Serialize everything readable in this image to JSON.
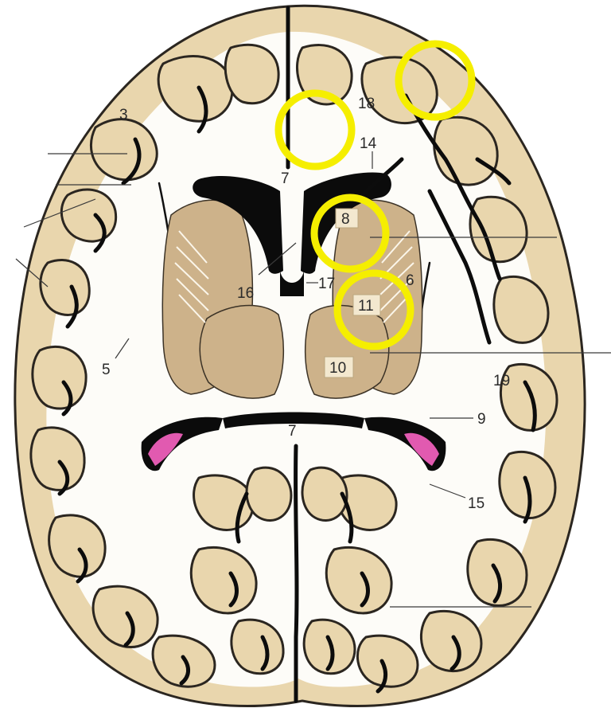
{
  "figure": {
    "labels": [
      {
        "id": "3",
        "text": "3"
      },
      {
        "id": "18",
        "text": "18"
      },
      {
        "id": "14",
        "text": "14"
      },
      {
        "id": "7a",
        "text": "7"
      },
      {
        "id": "8",
        "text": "8"
      },
      {
        "id": "6",
        "text": "6"
      },
      {
        "id": "16",
        "text": "16"
      },
      {
        "id": "17",
        "text": "17"
      },
      {
        "id": "11",
        "text": "11"
      },
      {
        "id": "5",
        "text": "5"
      },
      {
        "id": "10",
        "text": "10"
      },
      {
        "id": "19",
        "text": "19"
      },
      {
        "id": "9",
        "text": "9"
      },
      {
        "id": "7b",
        "text": "7"
      },
      {
        "id": "15",
        "text": "15"
      }
    ],
    "highlight_color": "#f5ee00",
    "highlights": [
      "circle-frontal-medial",
      "circle-frontal-lateral",
      "circle-label-8",
      "circle-label-11"
    ]
  }
}
